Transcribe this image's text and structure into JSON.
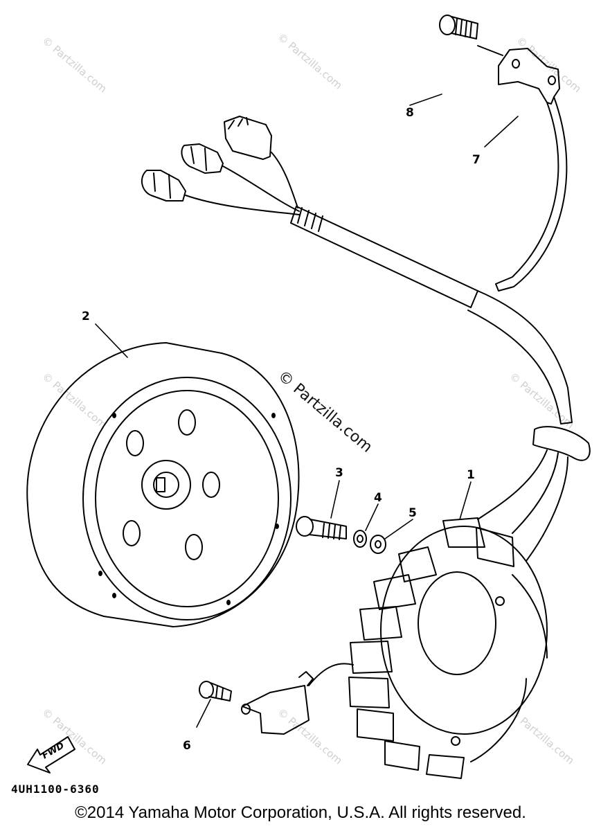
{
  "callouts": {
    "c1": "1",
    "c2": "2",
    "c3": "3",
    "c4": "4",
    "c5": "5",
    "c6": "6",
    "c7": "7",
    "c8": "8"
  },
  "watermark": {
    "main": "© Partzilla.com",
    "tile": "© Partzilla.com"
  },
  "fwd_label": "FWD",
  "part_code": "4UH1100-6360",
  "copyright": "©2014 Yamaha Motor Corporation, U.S.A. All rights reserved."
}
